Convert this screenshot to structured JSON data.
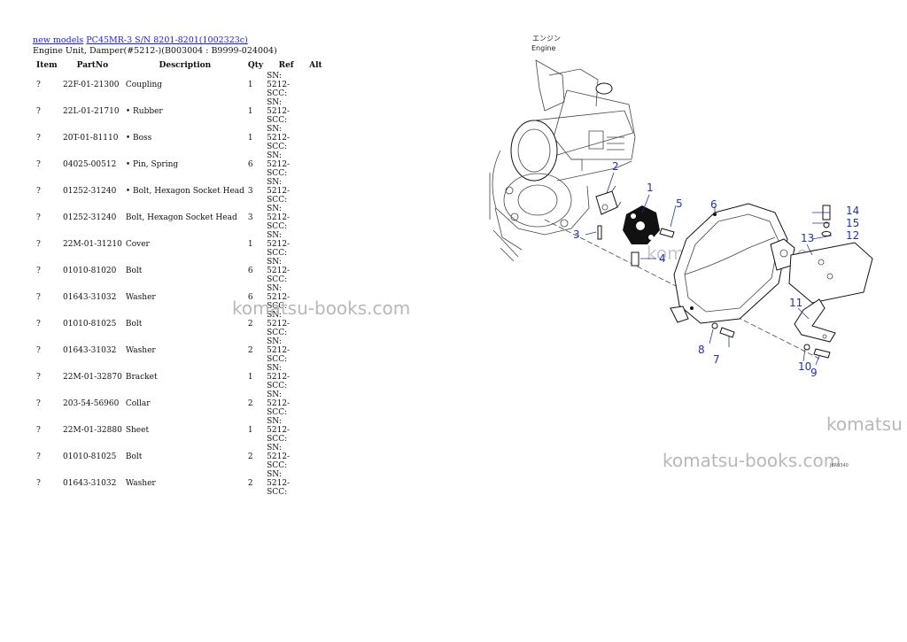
{
  "breadcrumb": {
    "root_link": "new models",
    "model_link": "PC45MR-3 S/N 8201-8201(1002323c)"
  },
  "page_title": "Engine Unit, Damper(#5212-)(B003004 : B9999-024004)",
  "table": {
    "headers": [
      "Item",
      "PartNo",
      "Description",
      "Qty",
      "Ref",
      "Alt"
    ],
    "rows": [
      {
        "item": "?",
        "part": "22F-01-21300",
        "desc": "Coupling",
        "qty": "1",
        "ref": "SN: 5212-SCC:",
        "alt": ""
      },
      {
        "item": "?",
        "part": "22L-01-21710",
        "desc": "• Rubber",
        "qty": "1",
        "ref": "SN: 5212-SCC:",
        "alt": ""
      },
      {
        "item": "?",
        "part": "20T-01-81110",
        "desc": "• Boss",
        "qty": "1",
        "ref": "SN: 5212-SCC:",
        "alt": ""
      },
      {
        "item": "?",
        "part": "04025-00512",
        "desc": "• Pin, Spring",
        "qty": "6",
        "ref": "SN: 5212-SCC:",
        "alt": ""
      },
      {
        "item": "?",
        "part": "01252-31240",
        "desc": "• Bolt, Hexagon Socket Head",
        "qty": "3",
        "ref": "SN: 5212-SCC:",
        "alt": ""
      },
      {
        "item": "?",
        "part": "01252-31240",
        "desc": "Bolt, Hexagon Socket Head",
        "qty": "3",
        "ref": "SN: 5212-SCC:",
        "alt": ""
      },
      {
        "item": "?",
        "part": "22M-01-31210",
        "desc": "Cover",
        "qty": "1",
        "ref": "SN: 5212-SCC:",
        "alt": ""
      },
      {
        "item": "?",
        "part": "01010-81020",
        "desc": "Bolt",
        "qty": "6",
        "ref": "SN: 5212-SCC:",
        "alt": ""
      },
      {
        "item": "?",
        "part": "01643-31032",
        "desc": "Washer",
        "qty": "6",
        "ref": "SN: 5212-SCC:",
        "alt": ""
      },
      {
        "item": "?",
        "part": "01010-81025",
        "desc": "Bolt",
        "qty": "2",
        "ref": "SN: 5212-SCC:",
        "alt": ""
      },
      {
        "item": "?",
        "part": "01643-31032",
        "desc": "Washer",
        "qty": "2",
        "ref": "SN: 5212-SCC:",
        "alt": ""
      },
      {
        "item": "?",
        "part": "22M-01-32870",
        "desc": "Bracket",
        "qty": "1",
        "ref": "SN: 5212-SCC:",
        "alt": ""
      },
      {
        "item": "?",
        "part": "203-54-56960",
        "desc": "Collar",
        "qty": "2",
        "ref": "SN: 5212-SCC:",
        "alt": ""
      },
      {
        "item": "?",
        "part": "22M-01-32880",
        "desc": "Sheet",
        "qty": "1",
        "ref": "SN: 5212-SCC:",
        "alt": ""
      },
      {
        "item": "?",
        "part": "01010-81025",
        "desc": "Bolt",
        "qty": "2",
        "ref": "SN: 5212-SCC:",
        "alt": ""
      },
      {
        "item": "?",
        "part": "01643-31032",
        "desc": "Washer",
        "qty": "2",
        "ref": "SN: 5212-SCC:",
        "alt": ""
      }
    ]
  },
  "watermarks": {
    "center": "komatsu-books.com",
    "diagram": "komatsu-books.com",
    "right_edge": "komatsu",
    "bottom": "komatsu-books.com"
  },
  "diagram": {
    "jp_label": "エンジン",
    "en_label": "Engine",
    "callouts": [
      "1",
      "2",
      "3",
      "4",
      "5",
      "6",
      "7",
      "8",
      "9",
      "10",
      "11",
      "12",
      "13",
      "14",
      "15"
    ],
    "drawing_code": "J8R0340"
  }
}
